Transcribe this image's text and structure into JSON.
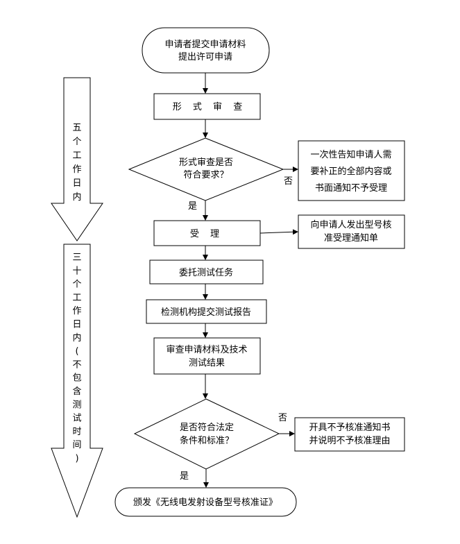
{
  "timeline": {
    "phase1_label": "五个工作日内",
    "phase2_label": "三十个工作日内(不包含测试时间)"
  },
  "nodes": {
    "start": [
      "申请者提交申请材料",
      "提出许可申请"
    ],
    "formal_review": "形 式 审 查",
    "check_requirements": [
      "形式审查是否",
      "符合要求？"
    ],
    "notify_correction": [
      "一次性告知申请人需",
      "要补正的全部内容或",
      "书面通知不予受理"
    ],
    "accept": "受 理",
    "notify_acceptance": [
      "向申请人发出型号核",
      "准受理通知单"
    ],
    "commission_test": "委托测试任务",
    "submit_report": "检测机构提交测试报告",
    "review_materials": [
      "审查申请材料及技术",
      "测试结果"
    ],
    "check_legal": [
      "是否符合法定",
      "条件和标准？"
    ],
    "issue_rejection": [
      "开具不予核准通知书",
      "并说明不予核准理由"
    ],
    "issue_certificate": "颁发《无线电发射设备型号核准证》"
  },
  "edge_labels": {
    "yes_1": "是",
    "no_1": "否",
    "yes_2": "是",
    "no_2": "否"
  }
}
